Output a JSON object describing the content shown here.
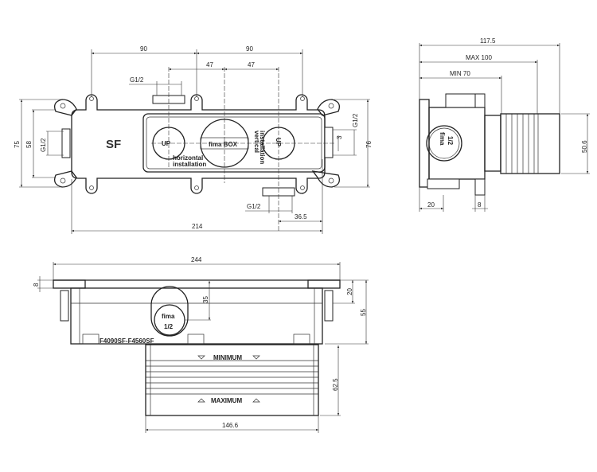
{
  "top_view": {
    "dims": {
      "d90_left": "90",
      "d90_right": "90",
      "d47_left": "47",
      "d47_right": "47",
      "g12_top": "G1/2",
      "d75": "75",
      "d58": "58",
      "g12_left": "G1/2",
      "g12_right": "G1/2",
      "d3": "3",
      "d76": "76",
      "g12_bottom": "G1/2",
      "d36_5": "36.5",
      "d214": "214"
    },
    "body_mark": "SF",
    "up_left": "UP",
    "up_right": "UP",
    "center_logo": "fima BOX",
    "horizontal_line1": "horizontal",
    "horizontal_line2": "installation",
    "vertical_line1": "vertical",
    "vertical_line2": "installation"
  },
  "side_view": {
    "dims": {
      "d117_5": "117.5",
      "max100": "MAX 100",
      "min70": "MIN 70",
      "d50_6": "50.6",
      "d20": "20",
      "d8": "8"
    },
    "logo_brand": "fima",
    "logo_size": "1/2"
  },
  "front_view": {
    "dims": {
      "d244": "244",
      "d8": "8",
      "d35": "35",
      "d20": "20",
      "d55": "55",
      "d62_5": "62.5",
      "d146_6": "146.6"
    },
    "logo_brand": "fima",
    "logo_size": "1/2",
    "model": "F4090SF-F4560SF",
    "minimum": "MINIMUM",
    "maximum": "MAXIMUM"
  }
}
